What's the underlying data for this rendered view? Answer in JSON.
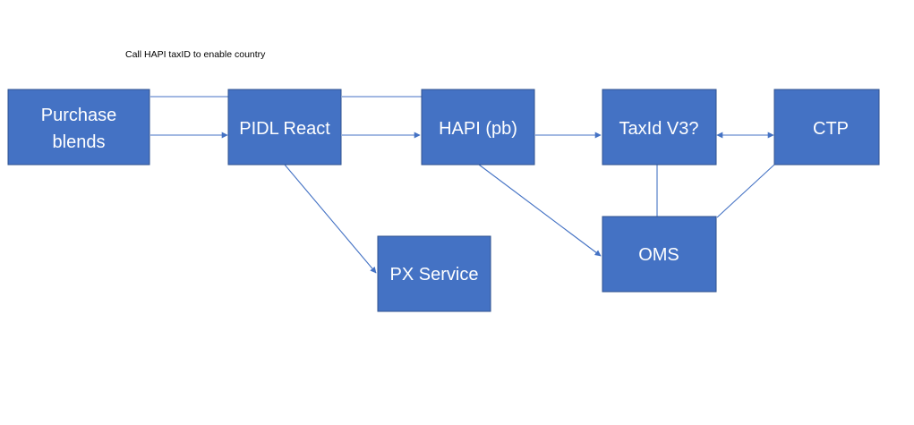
{
  "annotation": "Call HAPI taxID to enable country",
  "accent_color": "#4472c4",
  "nodes": {
    "purchase_blends": {
      "lines": [
        "Purchase",
        "blends"
      ]
    },
    "pidl_react": {
      "lines": [
        "PIDL React"
      ]
    },
    "hapi_pb": {
      "lines": [
        "HAPI (pb)"
      ]
    },
    "taxid_v3": {
      "lines": [
        "TaxId V3?"
      ]
    },
    "ctp": {
      "lines": [
        "CTP"
      ]
    },
    "px_service": {
      "lines": [
        "PX Service"
      ]
    },
    "oms": {
      "lines": [
        "OMS"
      ]
    }
  },
  "edges": [
    {
      "id": "purchase-to-pidl-top",
      "from": "purchase_blends",
      "to": "pidl_react",
      "arrow": "none"
    },
    {
      "id": "purchase-to-pidl",
      "from": "purchase_blends",
      "to": "pidl_react",
      "arrow": "end"
    },
    {
      "id": "pidl-to-hapi-top",
      "from": "pidl_react",
      "to": "hapi_pb",
      "arrow": "none"
    },
    {
      "id": "pidl-to-hapi",
      "from": "pidl_react",
      "to": "hapi_pb",
      "arrow": "end"
    },
    {
      "id": "hapi-to-taxid",
      "from": "hapi_pb",
      "to": "taxid_v3",
      "arrow": "end"
    },
    {
      "id": "taxid-ctp",
      "from": "taxid_v3",
      "to": "ctp",
      "arrow": "both"
    },
    {
      "id": "pidl-to-px",
      "from": "pidl_react",
      "to": "px_service",
      "arrow": "end"
    },
    {
      "id": "hapi-to-oms",
      "from": "hapi_pb",
      "to": "oms",
      "arrow": "end"
    },
    {
      "id": "taxid-oms",
      "from": "taxid_v3",
      "to": "oms",
      "arrow": "none"
    },
    {
      "id": "ctp-oms",
      "from": "ctp",
      "to": "oms",
      "arrow": "none"
    }
  ]
}
